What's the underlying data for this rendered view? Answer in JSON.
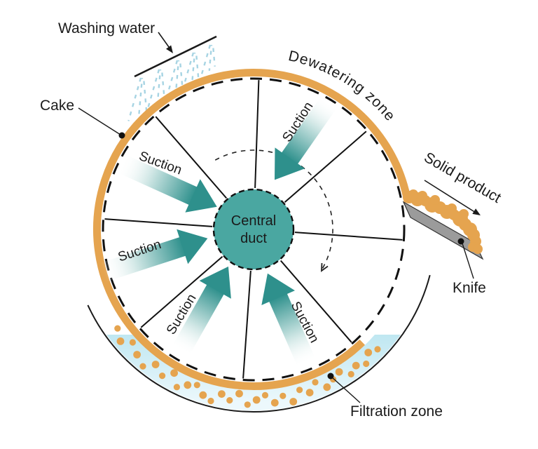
{
  "labels": {
    "washing_water": "Washing water",
    "cake": "Cake",
    "dewatering_zone": "Dewatering zone",
    "solid_product": "Solid product",
    "knife": "Knife",
    "central_duct_line1": "Central",
    "central_duct_line2": "duct",
    "suction": "Suction",
    "filtration_zone": "Filtration zone"
  },
  "counts": {
    "suction_arrows": 5,
    "drum_sectors": 8
  },
  "rotation_direction": "clockwise",
  "colors": {
    "cake_orange": "#E5A44F",
    "duct_teal": "#4AA7A1",
    "arrow_teal": "#2E908C",
    "arrow_light": "#FFFFFF",
    "spray_blue": "#A7D4E3",
    "slurry_blue": "#BFE7F1",
    "slurry_blue_light": "#ECF8FC",
    "knife_gray": "#9B9B9B",
    "line_black": "#1a1a1a"
  }
}
